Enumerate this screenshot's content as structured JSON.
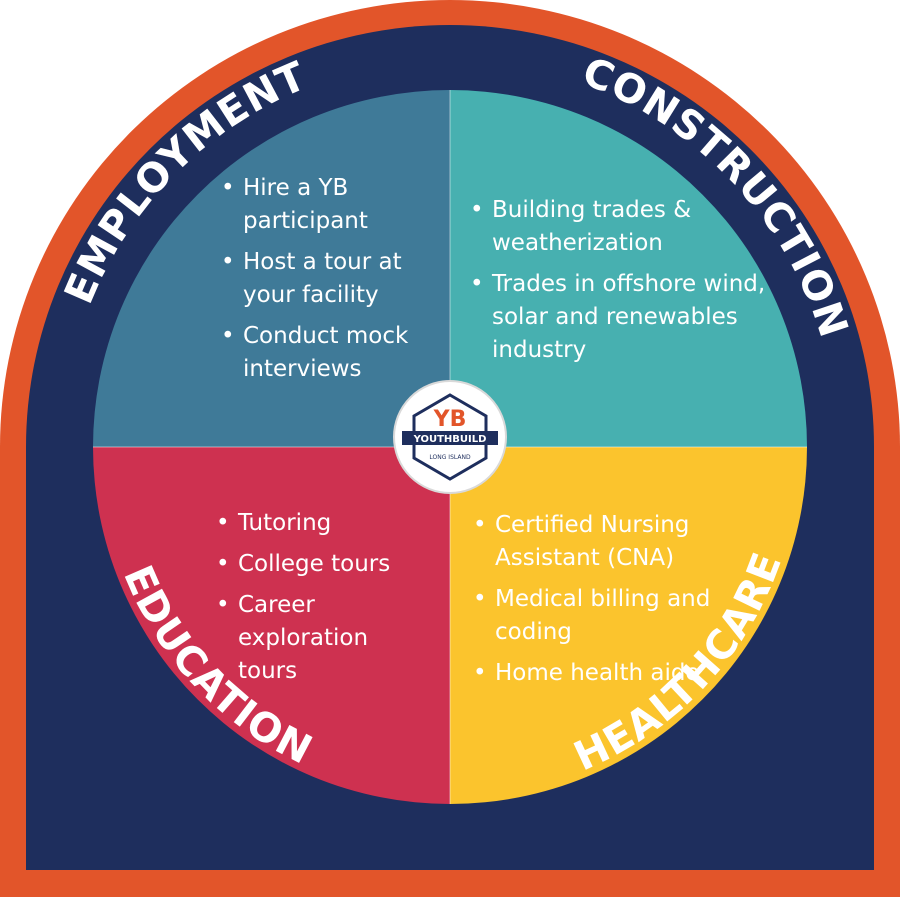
{
  "colors": {
    "outer_border": "#e2552a",
    "ring": "#1e2e5d",
    "employment": "#3f7a98",
    "construction": "#47b0b0",
    "education": "#ce3150",
    "healthcare": "#fbc42d",
    "ring_text": "#ffffff"
  },
  "quadrants": {
    "employment": {
      "title": "EMPLOYMENT",
      "items": [
        "Hire a YB participant",
        "Host a tour at your facility",
        "Conduct mock interviews"
      ]
    },
    "construction": {
      "title": "CONSTRUCTION",
      "items": [
        "Building trades & weatherization",
        "Trades in offshore wind, solar and renewables  industry"
      ]
    },
    "education": {
      "title": "EDUCATION",
      "items": [
        "Tutoring",
        "College tours",
        "Career exploration tours"
      ]
    },
    "healthcare": {
      "title": "HEALTHCARE",
      "items": [
        "Certified Nursing Assistant (CNA)",
        "Medical billing and coding",
        "Home health aide"
      ]
    }
  },
  "logo": {
    "monogram": "YB",
    "name": "YOUTHBUILD",
    "location": "LONG ISLAND"
  }
}
